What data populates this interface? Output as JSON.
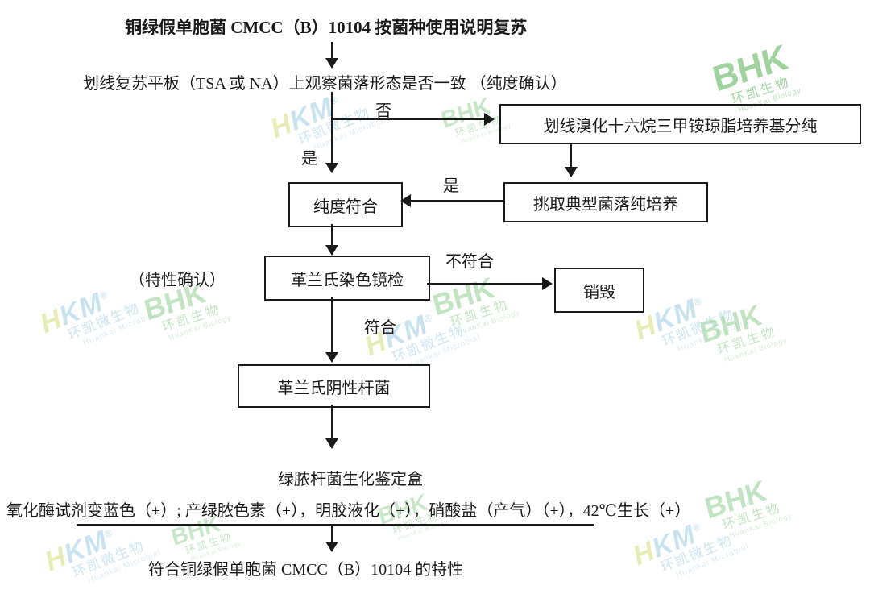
{
  "title": "铜绿假单胞菌 CMCC（B）10104 按菌种使用说明复苏",
  "flow": {
    "observe": "划线复苏平板（TSA 或 NA）上观察菌落形态是否一致 （纯度确认）",
    "no_label": "否",
    "yes_label_left": "是",
    "yes_label_mid": "是",
    "box_streak_purify": "划线溴化十六烷三甲铵琼脂培养基分纯",
    "box_pick_colony": "挑取典型菌落纯培养",
    "box_purity_ok": "纯度符合",
    "trait_confirm_label": "（特性确认）",
    "box_gram_stain": "革兰氏染色镜检",
    "not_conform_label": "不符合",
    "box_destroy": "销毁",
    "conform_label": "符合",
    "box_gram_negative": "革兰氏阴性杆菌",
    "kit_text": "绿脓杆菌生化鉴定盒",
    "biochem_text": "氧化酶试剂变蓝色（+）; 产绿脓色素（+），明胶液化（+），硝酸盐（产气）（+），42℃生长（+）",
    "final_text": "符合铜绿假单胞菌 CMCC（B）10104 的特性"
  },
  "watermarks": {
    "hkm": {
      "h": "H",
      "km": "KM",
      "reg": "®",
      "sub_cn": "环凯微生物",
      "sub_en": "Huankai Microbial",
      "blue": "#9ccbe4",
      "yellow": "#d4dd7a"
    },
    "bhk": {
      "text": "BHK",
      "sub_cn": "环凯生物",
      "sub_en": "HuanKai Biology",
      "green": "#86c986"
    }
  }
}
